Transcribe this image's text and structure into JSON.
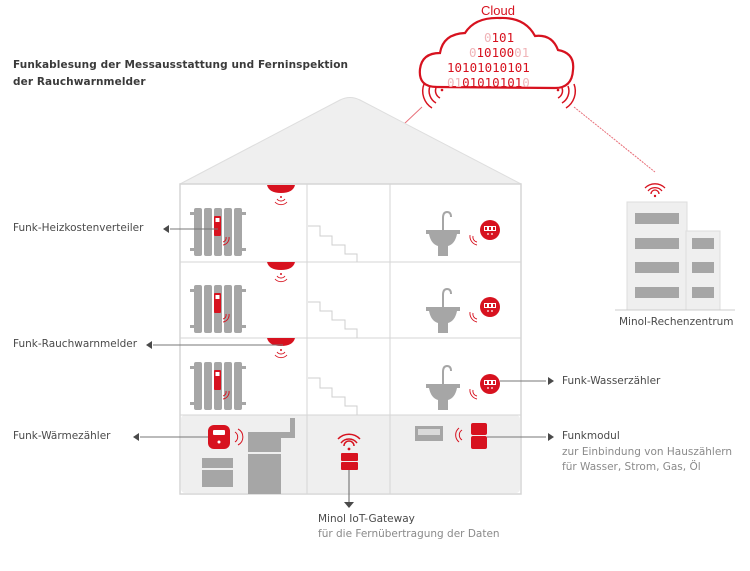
{
  "title": {
    "line1": "Funkablesung der Messausstattung und Ferninspektion",
    "line2": "der Rauchwarnmelder"
  },
  "cloud": {
    "label": "Cloud",
    "binary_rows": [
      "0101",
      "0101000",
      "101010101010",
      "01010101010"
    ]
  },
  "labels": {
    "heizkostenverteiler": "Funk-Heizkostenverteiler",
    "rauchwarnmelder": "Funk-Rauchwarnmelder",
    "waermezaehler": "Funk-Wärmezähler",
    "wasserzaehler": "Funk-Wasserzähler",
    "funkmodul": "Funkmodul",
    "funkmodul_sub1": "zur Einbindung von Hauszählern",
    "funkmodul_sub2": "für Wasser, Strom, Gas, Öl",
    "gateway": "Minol IoT-Gateway",
    "gateway_sub": "für die Fernübertragung der Daten",
    "datacenter": "Minol-Rechenzentrum"
  },
  "colors": {
    "accent": "#d7121f",
    "house_fill": "#f1f1f1",
    "house_stroke": "#d6d6d6",
    "device_gray": "#a6a6a6",
    "text": "#4a4a4a",
    "text_light": "#8a8a8a"
  }
}
